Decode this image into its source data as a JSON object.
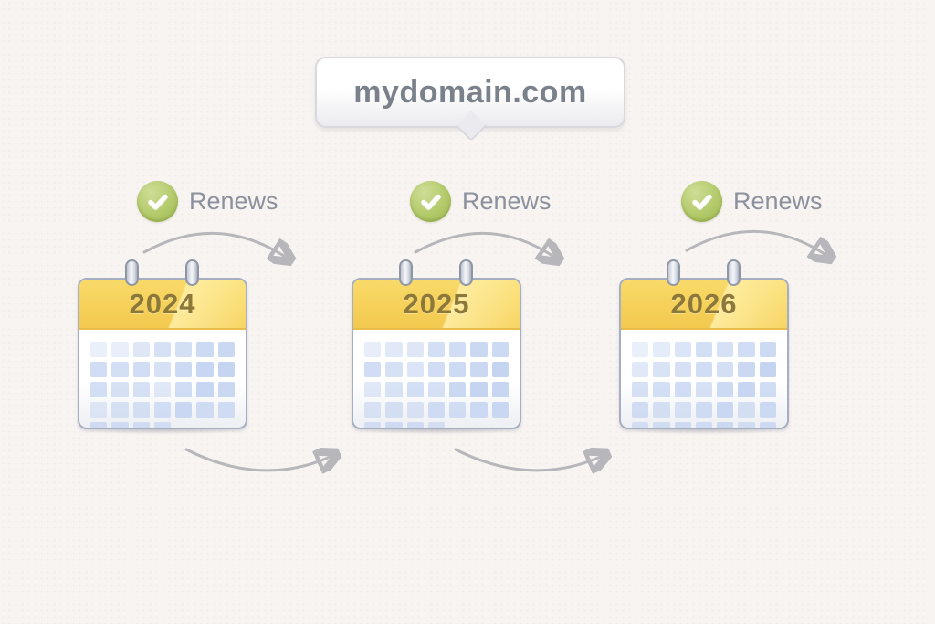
{
  "bubble": {
    "label": "mydomain.com"
  },
  "renews": {
    "label": "Renews",
    "icon": "check-circle-icon"
  },
  "colors": {
    "background": "#f8f4f2",
    "arrow": "#b7b7bb",
    "calendar_header_yellow": "#f3c94e",
    "year_text": "#8c7838",
    "day_cell_blue": "#c4d4f1",
    "check_green": "#a9c45f",
    "renews_text": "#8b919d",
    "bubble_text": "#7b818b"
  },
  "calendars": [
    {
      "year": "2024",
      "cells": [
        0.35,
        0.38,
        0.55,
        0.7,
        0.75,
        0.85,
        0.9,
        0.8,
        0.75,
        0.8,
        0.7,
        0.85,
        0.95,
        1.0,
        0.75,
        0.7,
        0.7,
        0.5,
        0.8,
        0.95,
        0.9,
        0.5,
        0.65,
        0.7,
        0.75,
        0.9,
        0.8,
        0.8,
        0.8,
        0.75,
        0.75,
        0.7
      ]
    },
    {
      "year": "2025",
      "cells": [
        0.4,
        0.5,
        0.55,
        0.75,
        0.8,
        0.9,
        0.85,
        0.8,
        0.7,
        0.6,
        0.8,
        0.85,
        0.9,
        1.0,
        0.5,
        0.65,
        0.75,
        0.7,
        0.9,
        1.0,
        0.95,
        0.6,
        0.7,
        0.6,
        0.8,
        0.75,
        0.85,
        0.9,
        0.7,
        0.8,
        0.75,
        0.65
      ]
    },
    {
      "year": "2026",
      "cells": [
        0.35,
        0.45,
        0.6,
        0.75,
        0.7,
        0.8,
        0.85,
        0.5,
        0.65,
        0.7,
        0.8,
        0.75,
        0.9,
        1.0,
        0.7,
        0.75,
        0.8,
        0.7,
        0.85,
        0.95,
        0.8,
        0.75,
        0.7,
        0.65,
        0.8,
        0.9,
        0.7,
        0.85,
        0.65,
        0.7,
        0.8,
        0.75,
        0.85,
        0.7,
        0.8
      ]
    }
  ]
}
